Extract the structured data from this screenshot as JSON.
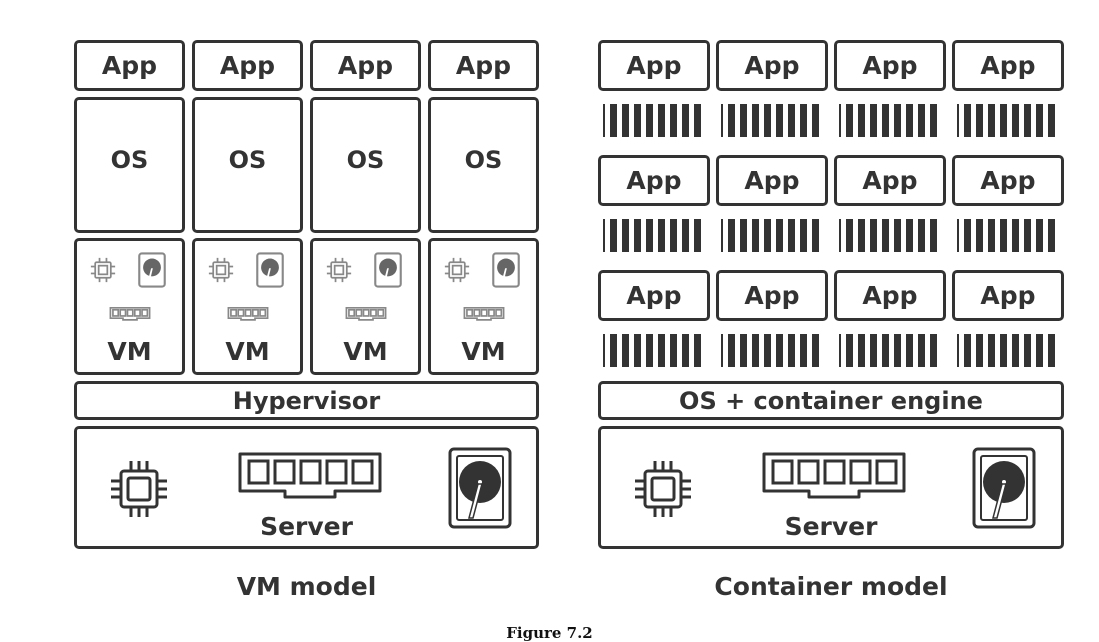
{
  "vm_model": {
    "app_label": "App",
    "os_label": "OS",
    "vm_label": "VM",
    "hypervisor_label": "Hypervisor",
    "server_label": "Server",
    "caption": "VM model",
    "icons": [
      "cpu-icon",
      "disk-icon",
      "memory-icon"
    ]
  },
  "container_model": {
    "app_label": "App",
    "engine_label": "OS + container engine",
    "server_label": "Server",
    "caption": "Container model",
    "icons": [
      "cpu-icon",
      "memory-icon",
      "disk-icon"
    ]
  },
  "figure_caption": "Figure 7.2"
}
